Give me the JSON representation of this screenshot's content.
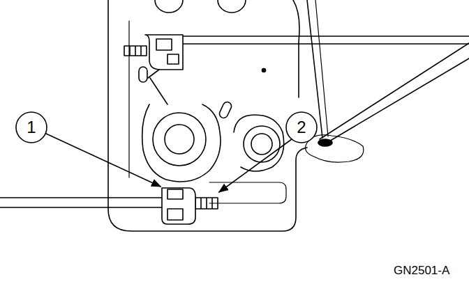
{
  "diagram": {
    "labels": [
      "1",
      "2",
      "GN2501-A"
    ]
  }
}
